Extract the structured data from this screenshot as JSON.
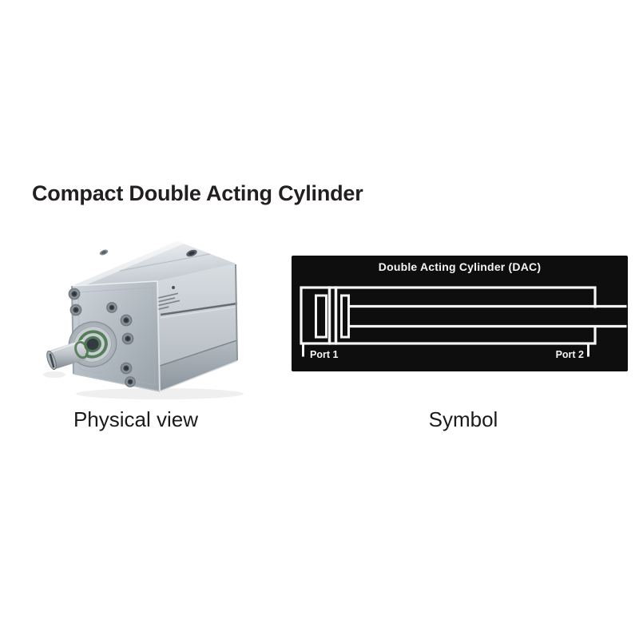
{
  "page": {
    "title": "Compact Double Acting Cylinder",
    "background_color": "#ffffff",
    "title_color": "#231f20"
  },
  "physical_view": {
    "caption": "Physical view",
    "photo_description": "compact pneumatic cylinder, metallic body, piston rod extending lower-left, green rod seals"
  },
  "symbol_view": {
    "caption": "Symbol",
    "box_title": "Double Acting Cylinder (DAC)",
    "ports": {
      "left": "Port 1",
      "right": "Port 2"
    },
    "colors": {
      "box_bg": "#0e0e0e",
      "line": "#ffffff",
      "text": "#f5f5f5"
    }
  },
  "caption_color": "#1b1b1b"
}
